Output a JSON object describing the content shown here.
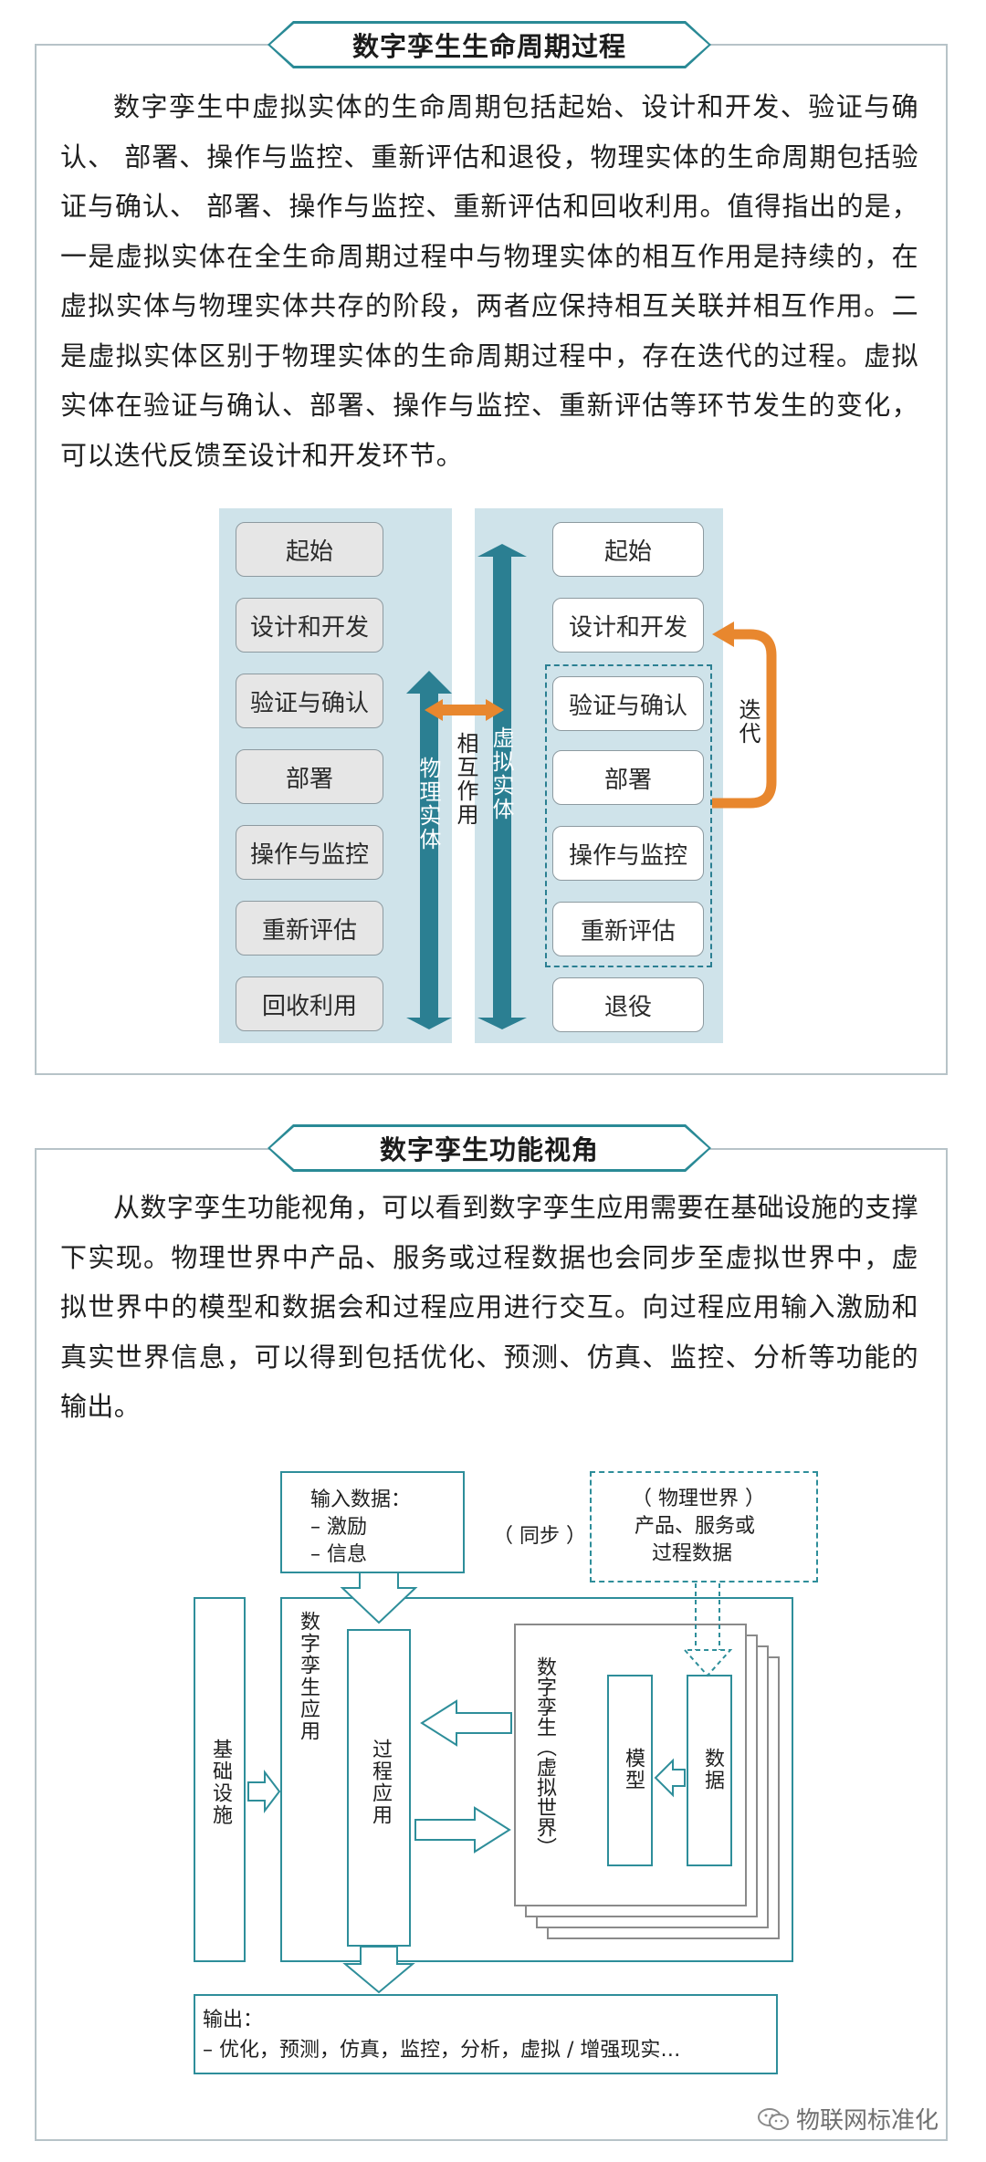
{
  "section1": {
    "title": "数字孪生生命周期过程",
    "paragraph": "数字孪生中虚拟实体的生命周期包括起始、设计和开发、验证与确认、 部署、操作与监控、重新评估和退役，物理实体的生命周期包括验证与确认、 部署、操作与监控、重新评估和回收利用。值得指出的是，一是虚拟实体在全生命周期过程中与物理实体的相互作用是持续的，在虚拟实体与物理实体共存的阶段，两者应保持相互关联并相互作用。二是虚拟实体区别于物理实体的生命周期过程中，存在迭代的过程。虚拟实体在验证与确认、部署、操作与监控、重新评估等环节发生的变化，可以迭代反馈至设计和开发环节。",
    "diagram": {
      "physical_stages": [
        "起始",
        "设计和开发",
        "验证与确认",
        "部署",
        "操作与监控",
        "重新评估",
        "回收利用"
      ],
      "virtual_stages": [
        "起始",
        "设计和开发",
        "验证与确认",
        "部署",
        "操作与监控",
        "重新评估",
        "退役"
      ],
      "physical_label": "物理实体",
      "virtual_label": "虚拟实体",
      "interaction_label": "相互作用",
      "iteration_label": "迭代",
      "colors": {
        "panel": "#cfe3ea",
        "arrow": "#2b7f92",
        "accent": "#e8872e"
      }
    }
  },
  "section2": {
    "title": "数字孪生功能视角",
    "paragraph": "从数字孪生功能视角，可以看到数字孪生应用需要在基础设施的支撑下实现。物理世界中产品、服务或过程数据也会同步至虚拟世界中，虚拟世界中的模型和数据会和过程应用进行交互。向过程应用输入激励和真实世界信息，可以得到包括优化、预测、仿真、监控、分析等功能的输出。",
    "diagram": {
      "input_title": "输入数据：",
      "input_items": [
        "– 激励",
        "– 信息"
      ],
      "sync_label": "（ 同步 ）",
      "physical_title": "（ 物理世界 ）",
      "physical_lines": [
        "产品、服务或",
        "过程数据"
      ],
      "infrastructure": "基础设施",
      "dt_application": "数字孪生应用",
      "process_application": "过程应用",
      "virtual_world": "数字孪生（虚拟世界）",
      "model": "模型",
      "data": "数据",
      "output_title": "输出：",
      "output_items": "– 优化，预测，仿真，监控，分析，虚拟 / 增强现实…",
      "colors": {
        "line": "#2e8e9a"
      }
    }
  },
  "watermark": "物联网标准化"
}
